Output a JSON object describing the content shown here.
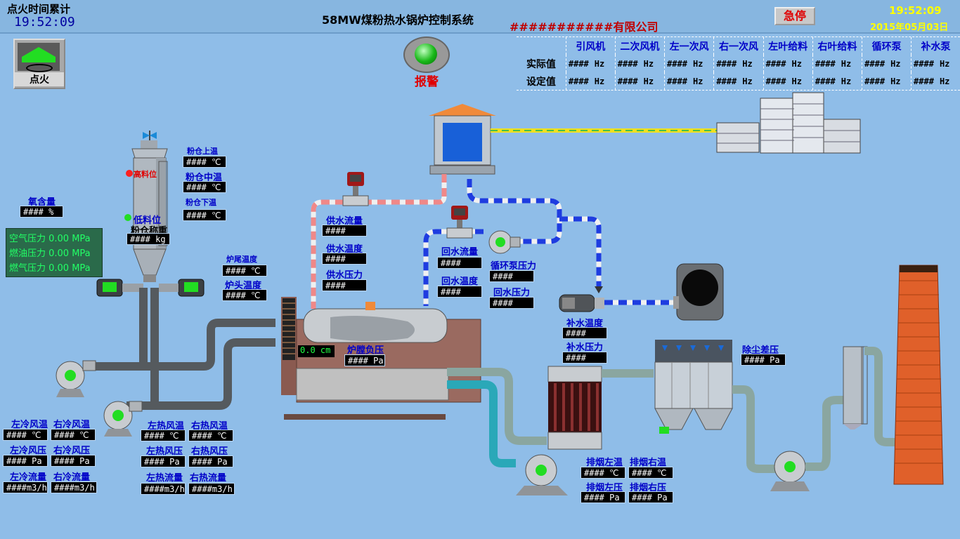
{
  "header": {
    "ignition_time_label": "点火时间累计",
    "ignition_time_value": "19:52:09",
    "system_title": "58MW煤粉热水锅炉控制系统",
    "company": "###########有限公司",
    "estop_label": "急停",
    "clock_time": "19:52:09",
    "clock_date": "2015年05月03日"
  },
  "ignite_button": {
    "label": "点火"
  },
  "alarm": {
    "label": "报警"
  },
  "hz_table": {
    "columns": [
      "引风机",
      "二次风机",
      "左一次风",
      "右一次风",
      "左叶给料",
      "右叶给料",
      "循环泵",
      "补水泵"
    ],
    "rows": [
      {
        "label": "实际值",
        "values": [
          "####",
          "####",
          "####",
          "####",
          "####",
          "####",
          "####",
          "####"
        ]
      },
      {
        "label": "设定值",
        "values": [
          "####",
          "####",
          "####",
          "####",
          "####",
          "####",
          "####",
          "####"
        ]
      }
    ],
    "unit": "Hz"
  },
  "pressure_box": {
    "air": "空气压力 0.00 MPa",
    "oil": "燃油压力 0.00 MPa",
    "gas": "燃气压力 0.00 MPa"
  },
  "oxygen": {
    "label": "氧含量",
    "value": "#### %"
  },
  "silo": {
    "high_level": "高料位",
    "low_level": "低料位",
    "weight_label": "粉仓称重",
    "weight_value": "#### kg",
    "top_temp_label": "粉仓上温",
    "top_temp": "#### ℃",
    "mid_temp_label": "粉仓中温",
    "mid_temp": "#### ℃",
    "low_temp_label": "粉仓下温",
    "low_temp": "#### ℃"
  },
  "furnace": {
    "tail_temp_label": "炉尾温度",
    "tail_temp": "#### ℃",
    "head_temp_label": "炉头温度",
    "head_temp": "#### ℃",
    "level_value": "0.0 cm",
    "neg_pressure_label": "炉膛负压",
    "neg_pressure": "#### Pa"
  },
  "supply": {
    "flow_label": "供水流量",
    "flow": "####",
    "temp_label": "供水温度",
    "temp": "####",
    "pressure_label": "供水压力",
    "pressure": "####"
  },
  "return": {
    "flow_label": "回水流量",
    "flow": "####",
    "temp_label": "回水温度",
    "temp": "####",
    "pump_pressure_label": "循环泵压力",
    "pump_pressure": "####",
    "pressure_label": "回水压力",
    "pressure": "####"
  },
  "makeup": {
    "temp_label": "补水温度",
    "temp": "####",
    "pressure_label": "补水压力",
    "pressure": "####"
  },
  "dust": {
    "label": "除尘差压",
    "value": "#### Pa"
  },
  "exhaust": {
    "left_temp_label": "排烟左温",
    "left_temp": "#### ℃",
    "right_temp_label": "排烟右温",
    "right_temp": "#### ℃",
    "left_press_label": "排烟左压",
    "left_press": "#### Pa",
    "right_press_label": "排烟右压",
    "right_press": "#### Pa"
  },
  "cold_air": {
    "left_temp_label": "左冷风温",
    "left_temp": "#### ℃",
    "right_temp_label": "右冷风温",
    "right_temp": "#### ℃",
    "left_press_label": "左冷风压",
    "left_press": "#### Pa",
    "right_press_label": "右冷风压",
    "right_press": "#### Pa",
    "left_flow_label": "左冷流量",
    "left_flow": "####m3/h",
    "right_flow_label": "右冷流量",
    "right_flow": "####m3/h"
  },
  "hot_air": {
    "left_temp_label": "左热风温",
    "left_temp": "#### ℃",
    "right_temp_label": "右热风温",
    "right_temp": "#### ℃",
    "left_press_label": "左热风压",
    "left_press": "#### Pa",
    "right_press_label": "右热风压",
    "right_press": "#### Pa",
    "left_flow_label": "左热流量",
    "left_flow": "####m3/h",
    "right_flow_label": "右热流量",
    "right_flow": "####m3/h"
  },
  "colors": {
    "background": "#8fbde8",
    "label_blue": "#0000c8",
    "alarm_red": "#e00000",
    "status_green": "#22dd22",
    "chimney": "#e0602a"
  }
}
